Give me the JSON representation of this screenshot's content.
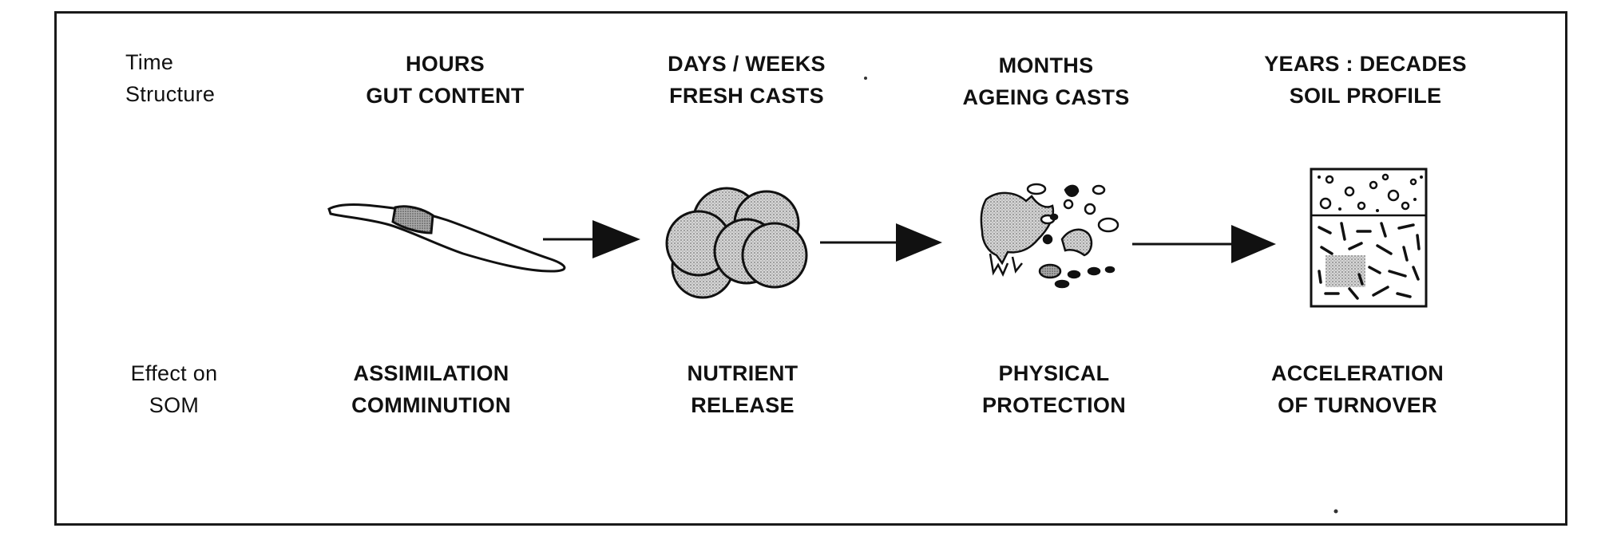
{
  "rows": {
    "top_label_line1": "Time",
    "top_label_line2": "Structure",
    "bottom_label_line1": "Effect on",
    "bottom_label_line2": "SOM"
  },
  "stages": [
    {
      "time": "HOURS",
      "structure": "GUT CONTENT",
      "effect1": "ASSIMILATION",
      "effect2": "COMMINUTION",
      "icon": "earthworm-icon"
    },
    {
      "time": "DAYS / WEEKS",
      "structure": "FRESH CASTS",
      "effect1": "NUTRIENT",
      "effect2": "RELEASE",
      "icon": "fresh-casts-icon"
    },
    {
      "time": "MONTHS",
      "structure": "AGEING CASTS",
      "effect1": "PHYSICAL",
      "effect2": "PROTECTION",
      "icon": "ageing-casts-icon"
    },
    {
      "time": "YEARS : DECADES",
      "structure": "SOIL PROFILE",
      "effect1": "ACCELERATION",
      "effect2": "OF TURNOVER",
      "icon": "soil-profile-icon"
    }
  ],
  "colors": {
    "ink": "#111111",
    "stipple": "#bdbdbd",
    "background": "#ffffff"
  }
}
